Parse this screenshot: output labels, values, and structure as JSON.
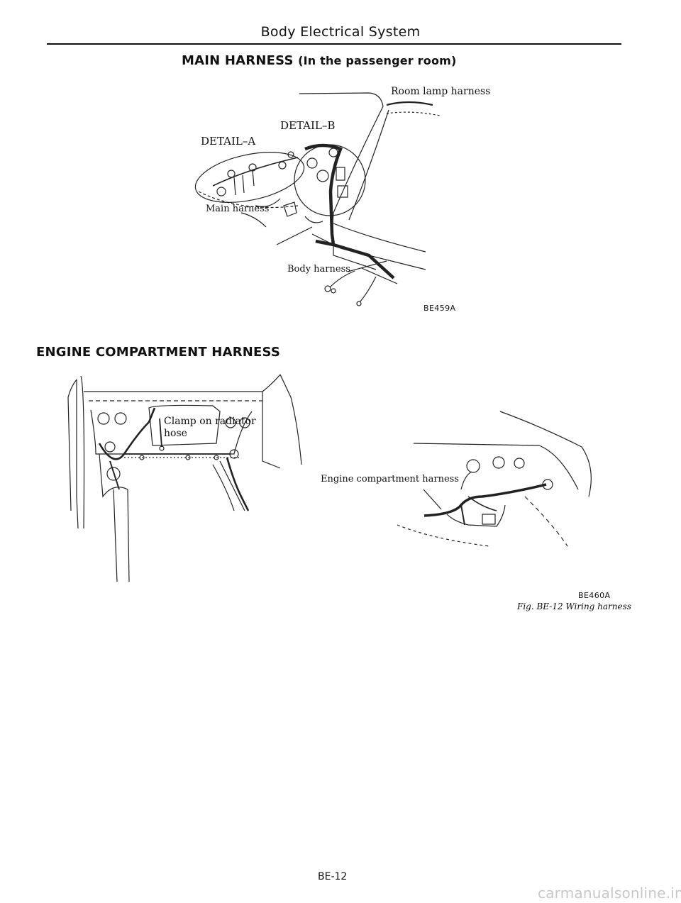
{
  "header": {
    "title": "Body Electrical System"
  },
  "main_harness": {
    "title": "MAIN HARNESS",
    "subtitle": "(In the passenger room)",
    "labels": {
      "room_lamp": "Room lamp harness",
      "detail_b": "DETAIL–B",
      "detail_a": "DETAIL–A",
      "main": "Main harness",
      "body": "Body harness"
    },
    "figure_code": "BE459A"
  },
  "engine_harness": {
    "title": "ENGINE COMPARTMENT HARNESS",
    "labels": {
      "clamp_line1": "Clamp on radiator",
      "clamp_line2": "hose",
      "engine": "Engine compartment harness"
    },
    "figure_code": "BE460A"
  },
  "caption": "Fig. BE-12  Wiring harness",
  "page_number": "BE-12",
  "watermark": "carmanualsonline.info"
}
